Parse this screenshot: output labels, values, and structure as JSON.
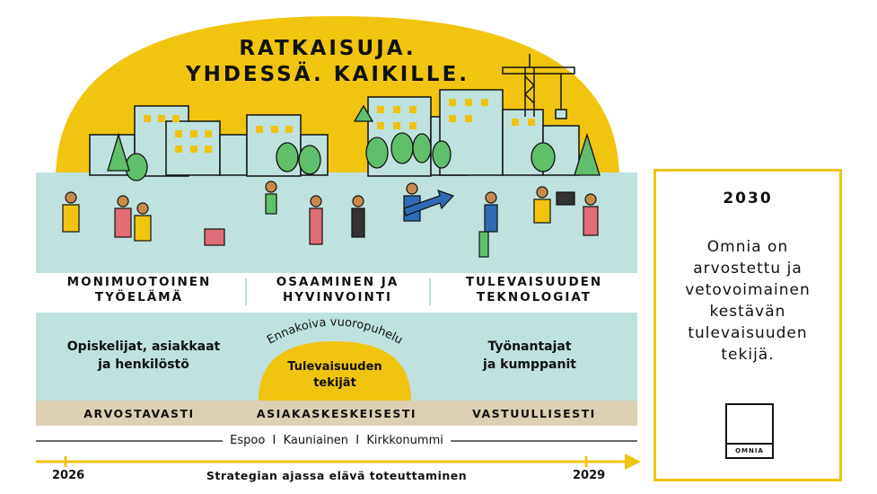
{
  "headline": {
    "line1": "RATKAISUJA.",
    "line2": "YHDESSÄ. KAIKILLE."
  },
  "pillars": [
    {
      "line1": "MONIMUOTOINEN",
      "line2": "TYÖELÄMÄ"
    },
    {
      "line1": "OSAAMINEN JA",
      "line2": "HYVINVOINTI"
    },
    {
      "line1": "TULEVAISUUDEN",
      "line2": "TEKNOLOGIAT"
    }
  ],
  "groups": {
    "left": {
      "line1": "Opiskelijat, asiakkaat",
      "line2": "ja henkilöstö"
    },
    "right": {
      "line1": "Työnantajat",
      "line2": "ja kumppanit"
    }
  },
  "center": {
    "arc_text": "Ennakoiva vuoropuhelu",
    "line1": "Tulevaisuuden",
    "line2": "tekijät"
  },
  "values": [
    "ARVOSTAVASTI",
    "ASIAKASKESKEISESTI",
    "VASTUULLISESTI"
  ],
  "cities": "Espoo  I  Kauniainen  I  Kirkkonummi",
  "timeline": {
    "start": "2026",
    "end": "2029",
    "label": "Strategian ajassa elävä toteuttaminen"
  },
  "vision": {
    "year": "2030",
    "lines": [
      "Omnia on",
      "arvostettu ja",
      "vetovoimainen",
      "kestävän",
      "tulevaisuuden",
      "tekijä."
    ]
  },
  "logo": {
    "word": "OMNIA"
  },
  "colors": {
    "yellow": "#f1c40f",
    "mint": "#bfe2df",
    "beige": "#dcd0b5",
    "tree": "#5fbf6a"
  }
}
